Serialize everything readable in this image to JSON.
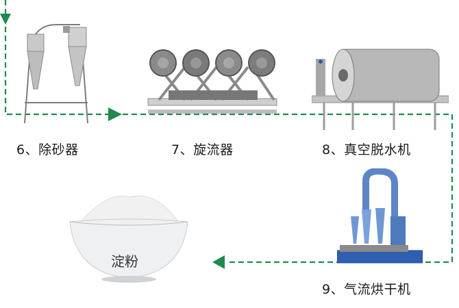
{
  "steps": [
    {
      "label": "6、除砂器",
      "icon": "desander-icon"
    },
    {
      "label": "7、旋流器",
      "icon": "hydrocyclone-icon"
    },
    {
      "label": "8、真空脱水机",
      "icon": "vacuum-dehydrator-icon"
    },
    {
      "label": "9、气流烘干机",
      "icon": "airflow-dryer-icon"
    }
  ],
  "product": {
    "label": "淀粉",
    "icon": "starch-bowl-icon"
  },
  "colors": {
    "flow_line": "#1e8a4e"
  }
}
